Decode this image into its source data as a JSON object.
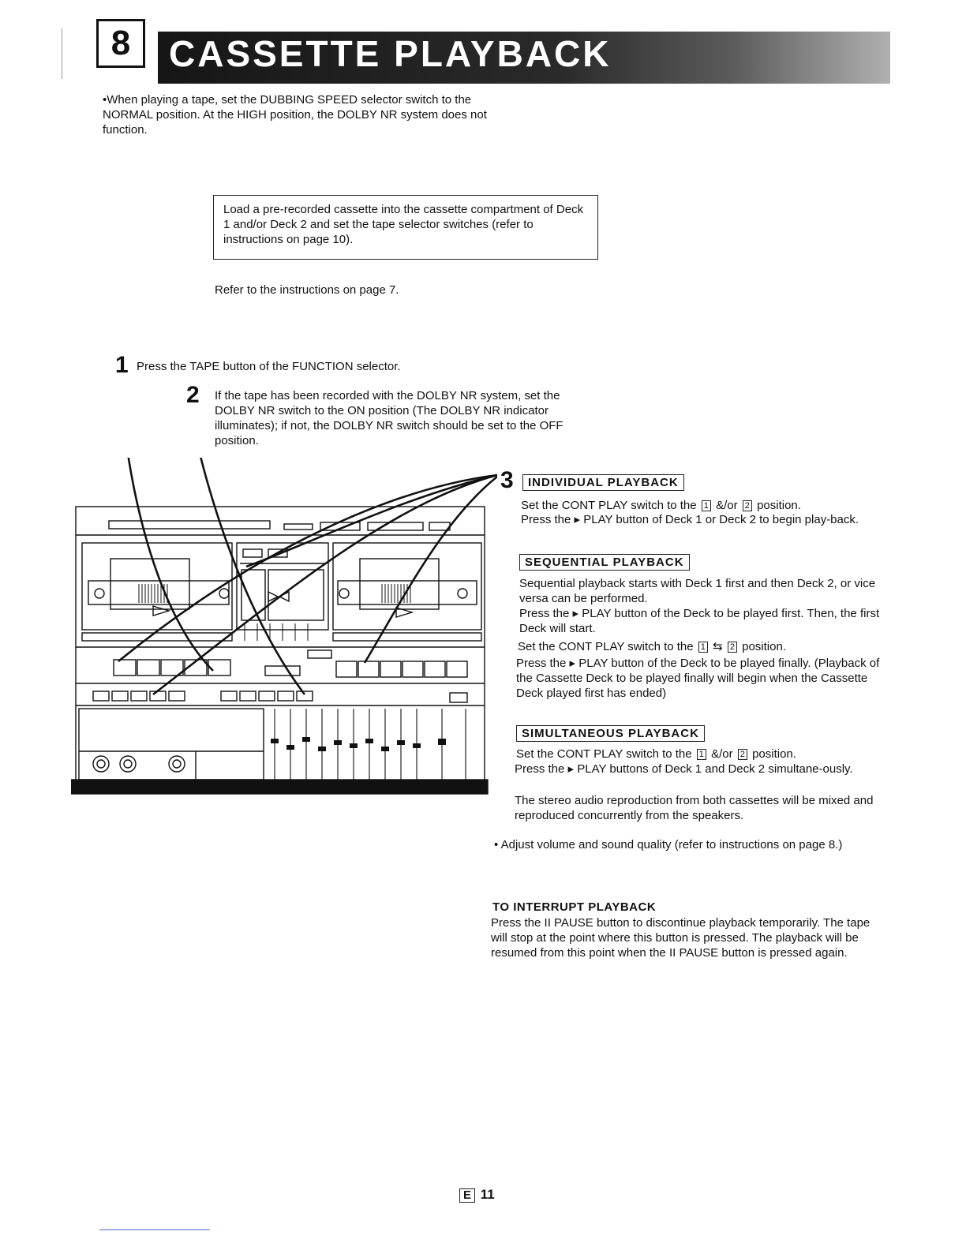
{
  "header": {
    "section_number": "8",
    "title": "CASSETTE PLAYBACK"
  },
  "intro_note": "•When playing a tape, set the DUBBING SPEED selector switch to the NORMAL position. At the HIGH position, the DOLBY NR system does not function.",
  "load_box": "Load a pre-recorded cassette into the cassette compartment of Deck 1 and/or Deck 2 and set the tape selector switches (refer to instructions on page 10).",
  "refer_line": "Refer to the instructions on page 7.",
  "steps": [
    {
      "num": "1",
      "text": "Press the TAPE button of the FUNCTION selector."
    },
    {
      "num": "2",
      "text": "If the tape has been recorded with the DOLBY NR system, set the DOLBY NR switch to the ON position (The DOLBY NR indicator illuminates); if not, the DOLBY NR switch should be set to the OFF position."
    },
    {
      "num": "3"
    }
  ],
  "individual": {
    "label": "INDIVIDUAL PLAYBACK",
    "line1_a": "Set the CONT PLAY switch to the",
    "chip1": "1",
    "line1_b": "&/or",
    "chip2": "2",
    "line1_c": "position.",
    "line2": "Press the ▸ PLAY button of Deck 1 or Deck 2 to begin play-back."
  },
  "sequential": {
    "label": "SEQUENTIAL PLAYBACK",
    "text1": "Sequential playback starts with Deck 1 first and then Deck 2, or vice versa can be performed.",
    "text2": "Press the ▸ PLAY button of the Deck to be played first. Then, the first Deck will start.",
    "line3_a": "Set the CONT PLAY switch to the",
    "chip1": "1",
    "arrow": "⇆",
    "chip2": "2",
    "line3_b": "position.",
    "text4": "Press the ▸ PLAY button of the Deck to be played finally. (Playback of the Cassette Deck to be played finally will begin when the Cassette Deck played first has ended)"
  },
  "simultaneous": {
    "label": "SIMULTANEOUS PLAYBACK",
    "line1_a": "Set the CONT PLAY switch to the",
    "chip1": "1",
    "line1_b": "&/or",
    "chip2": "2",
    "line1_c": "position.",
    "text2": "Press the ▸ PLAY buttons of Deck 1 and Deck 2 simultane-ously.",
    "text3": "The stereo audio reproduction from both cassettes will be mixed and reproduced concurrently from the speakers."
  },
  "adjust_note": "• Adjust volume and sound quality (refer to instructions on page 8.)",
  "interrupt": {
    "heading": "TO INTERRUPT PLAYBACK",
    "text": "Press the II PAUSE button to discontinue playback temporarily. The tape will stop at the point where this button is pressed. The playback will be resumed from this point when the II PAUSE button is pressed again."
  },
  "footer": {
    "lang_chip": "E",
    "page_number": "11"
  }
}
